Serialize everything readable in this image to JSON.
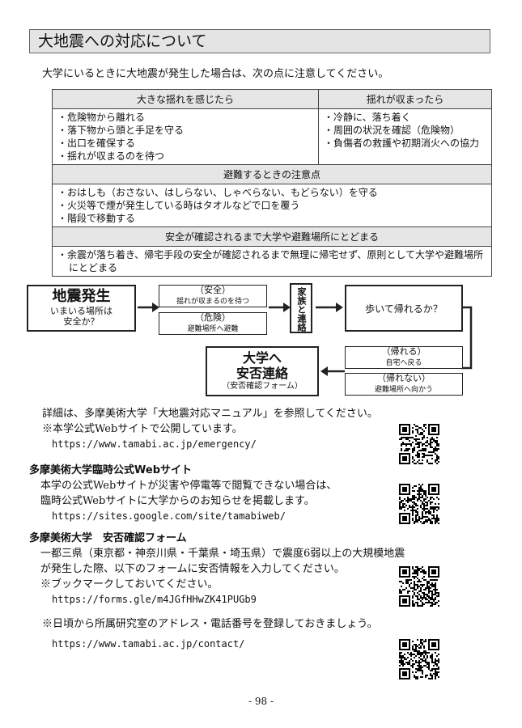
{
  "title": "大地震への対応について",
  "intro": "大学にいるときに大地震が発生した場合は、次の点に注意してください。",
  "table": {
    "col1_header": "大きな揺れを感じたら",
    "col2_header": "揺れが収まったら",
    "col1_items": [
      "危険物から離れる",
      "落下物から頭と手足を守る",
      "出口を確保する",
      "揺れが収まるのを待つ"
    ],
    "col2_items": [
      "冷静に、落ち着く",
      "周囲の状況を確認（危険物）",
      "負傷者の救護や初期消火への協力"
    ],
    "evac_header": "避難するときの注意点",
    "evac_items": [
      "おはしも（おさない、はしらない、しゃべらない、もどらない）を守る",
      "火災等で煙が発生している時はタオルなどで口を覆う",
      "階段で移動する"
    ],
    "stay_header": "安全が確認されるまで大学や避難場所にとどまる",
    "stay_items": [
      "余震が落ち着き、帰宅手段の安全が確認されるまで無理に帰宅せず、原則として大学や避難場所にとどまる"
    ]
  },
  "flow": {
    "quake_title": "地震発生",
    "quake_sub1": "いまいる場所は",
    "quake_sub2": "安全か？",
    "safe_label": "（安全）",
    "safe_sub": "揺れが収まるのを待つ",
    "danger_label": "（危険）",
    "danger_sub": "避難場所へ避難",
    "contact_vertical": "家族と連絡",
    "walk_home": "歩いて帰れるか？",
    "can_label": "（帰れる）",
    "can_sub": "自宅へ戻る",
    "cannot_label": "（帰れない）",
    "cannot_sub": "避難場所へ向かう",
    "safety_title1": "大学へ",
    "safety_title2": "安否連絡",
    "safety_sub": "（安否確認フォーム）"
  },
  "details": {
    "line1": "詳細は、多摩美術大学「大地震対応マニュアル」を参照してください。",
    "line2": "※本学公式Webサイトで公開しています。",
    "url": "https://www.tamabi.ac.jp/emergency/"
  },
  "temp_site": {
    "heading": "多摩美術大学臨時公式Webサイト",
    "line1": "本学の公式Webサイトが災害や停電等で閲覧できない場合は、",
    "line2": "臨時公式Webサイトに大学からのお知らせを掲載します。",
    "url": "https://sites.google.com/site/tamabiweb/"
  },
  "safety_form": {
    "heading": "多摩美術大学　安否確認フォーム",
    "line1": "一都三県（東京都・神奈川県・千葉県・埼玉県）で震度6弱以上の大規模地震",
    "line2": "が発生した際、以下のフォームに安否情報を入力してください。",
    "line3": "※ブックマークしておいてください。",
    "url": "https://forms.gle/m4JGfHHwZK41PUGb9"
  },
  "contact": {
    "line1": "※日頃から所属研究室のアドレス・電話番号を登録しておきましょう。",
    "url": "https://www.tamabi.ac.jp/contact/"
  },
  "page_number": "- 98 -",
  "icons": [
    "qr-code-icon"
  ]
}
